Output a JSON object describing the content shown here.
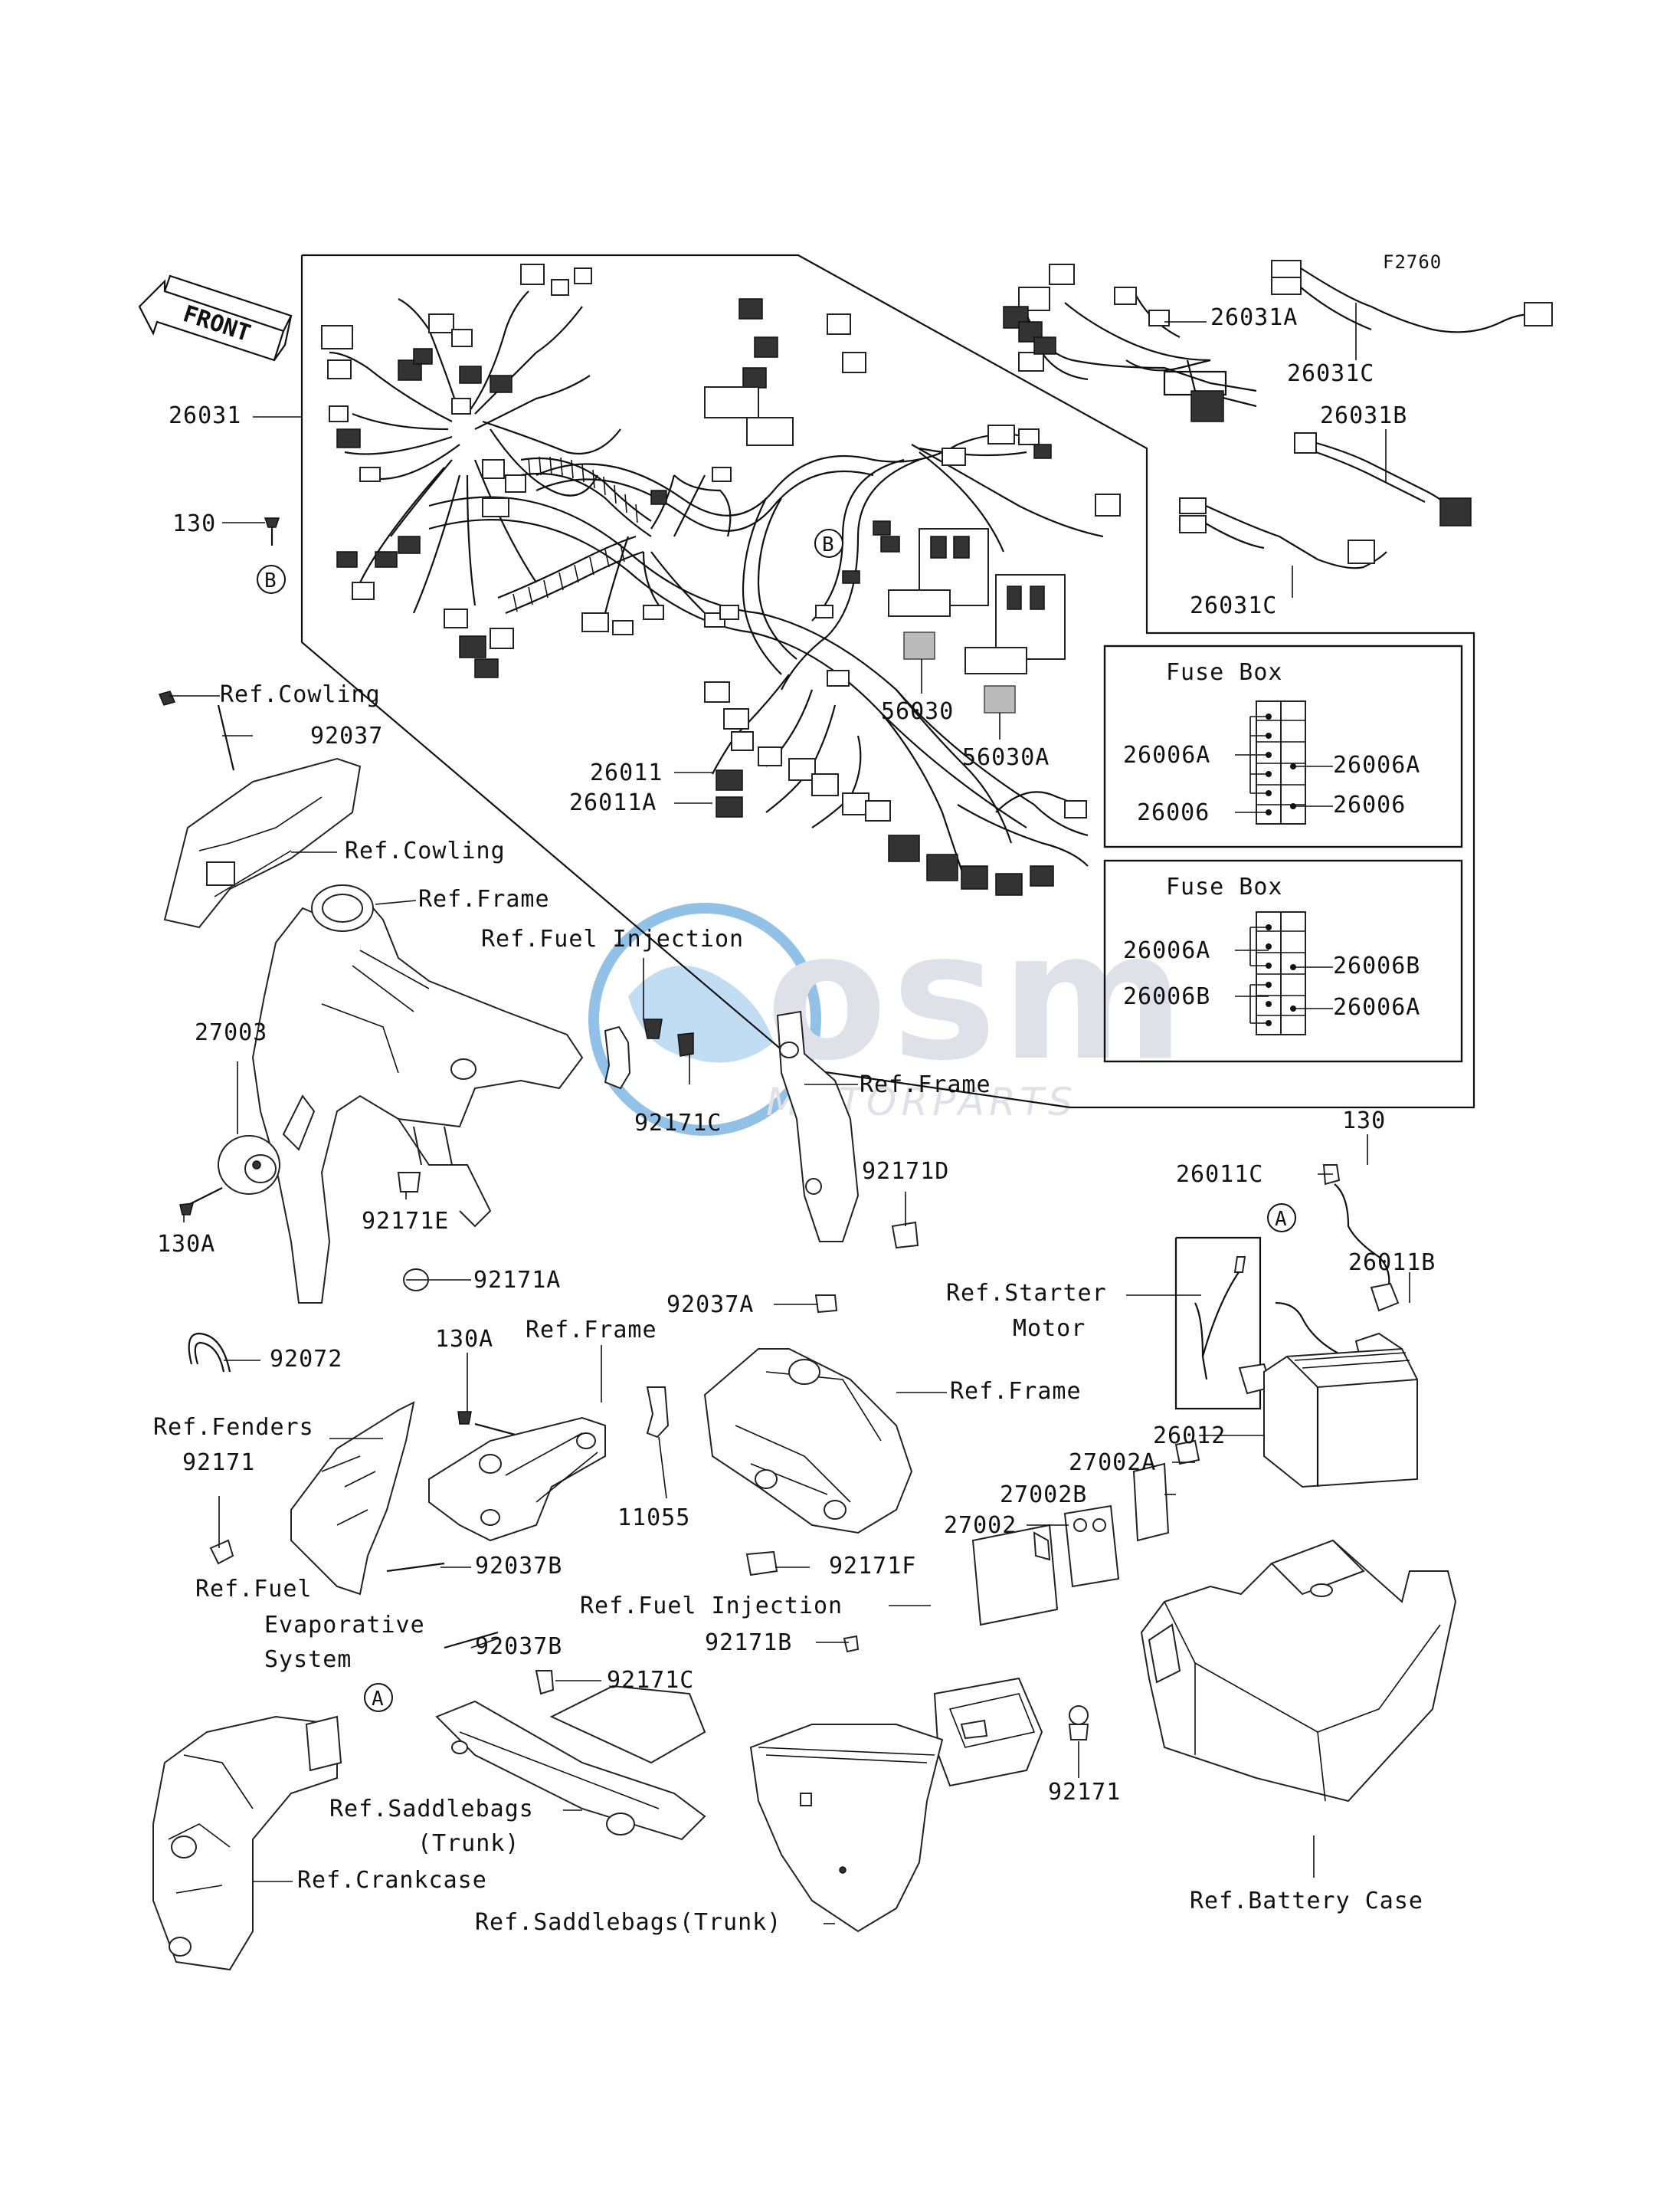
{
  "figure_code": "F2760",
  "front_marker": "FRONT",
  "watermark": {
    "brand": "osm",
    "subtitle": "MOTORPARTS",
    "colors": {
      "globe": "#3a8fd6",
      "text": "#b9c3cf"
    }
  },
  "fuse_boxes": [
    {
      "title": "Fuse Box",
      "left": [
        "26006A",
        "26006"
      ],
      "right": [
        "26006A",
        "26006"
      ]
    },
    {
      "title": "Fuse Box",
      "left": [
        "26006A",
        "26006B"
      ],
      "right": [
        "26006B",
        "26006A"
      ]
    }
  ],
  "callouts": {
    "b_marker": "B",
    "a_marker": "A",
    "labels": [
      "26031A",
      "26031C",
      "26031B",
      "26031C",
      "26031",
      "130",
      "56030",
      "56030A",
      "26011",
      "26011A",
      "Ref.Cowling",
      "92037",
      "Ref.Cowling",
      "Ref.Frame",
      "Ref.Fuel Injection",
      "27003",
      "Ref.Frame",
      "92171C",
      "92171D",
      "130A",
      "92171E",
      "130",
      "26011C",
      "92171A",
      "26011B",
      "92037A",
      "Ref.Starter",
      "Motor",
      "130A",
      "Ref.Frame",
      "92072",
      "Ref.Frame",
      "Ref.Fenders",
      "92171",
      "11055",
      "26012",
      "27002A",
      "27002B",
      "27002",
      "92037B",
      "Ref.Fuel",
      "Evaporative",
      "System",
      "92171F",
      "Ref.Fuel Injection",
      "92037B",
      "92171B",
      "92171C",
      "Ref.Saddlebags",
      "(Trunk)",
      "92171",
      "Ref.Crankcase",
      "Ref.Saddlebags(Trunk)",
      "Ref.Battery Case"
    ]
  }
}
